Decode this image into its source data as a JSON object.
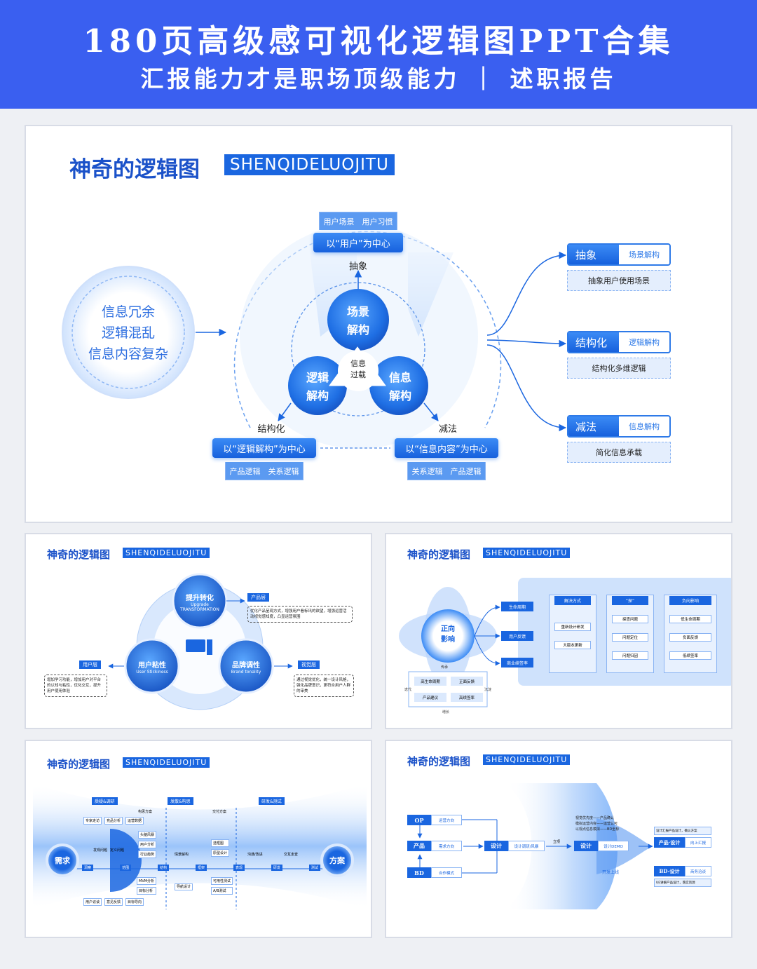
{
  "header": {
    "title": "180页高级感可视化逻辑图PPT合集",
    "subtitle": "汇报能力才是职场顶级能力 ｜ 述职报告"
  },
  "colors": {
    "primary": "#1a66e0",
    "header_bg": "#3a5ff0",
    "light": "#dbe9fd"
  },
  "main": {
    "title": "神奇的逻辑图",
    "tag": "SHENQIDELUOJITU",
    "left_ring": [
      "信息冗余",
      "逻辑混乱",
      "信息内容复杂"
    ],
    "top_tabs": [
      "用户场景",
      "用户习惯"
    ],
    "top_box": "以“用户”为中心",
    "top_arrow_label": "抽象",
    "circles": {
      "top": [
        "场景",
        "解构"
      ],
      "left": [
        "逻辑",
        "解构"
      ],
      "right": [
        "信息",
        "解构"
      ]
    },
    "center": [
      "信息",
      "过载"
    ],
    "left_arrow_label": "结构化",
    "right_arrow_label": "减法",
    "bottom_left_box": "以“逻辑解构”为中心",
    "bottom_left_tabs": [
      "产品逻辑",
      "关系逻辑"
    ],
    "bottom_right_box": "以“信息内容”为中心",
    "bottom_right_tabs": [
      "关系逻辑",
      "产品逻辑"
    ],
    "right_items": [
      {
        "head": "抽象",
        "tag": "场景解构",
        "desc": "抽象用户使用场景"
      },
      {
        "head": "结构化",
        "tag": "逻辑解构",
        "desc": "结构化多维逻辑"
      },
      {
        "head": "减法",
        "tag": "信息解构",
        "desc": "简化信息承载"
      }
    ]
  },
  "slide2": {
    "title": "神奇的逻辑图",
    "tag": "SHENQIDELUOJITU",
    "top_circle": {
      "name": "提升转化",
      "en1": "Upgrade",
      "en2": "TRANSFORMATION"
    },
    "left_circle": {
      "name": "用户粘性",
      "en": "User Stickiness"
    },
    "right_circle": {
      "name": "品牌调性",
      "en": "Brand tonality"
    },
    "top_label": "产品层",
    "top_desc": "优化产品呈现方式，增强用户看标讯的欲望，增强运营活动视觉感知度，凸显运营氛围",
    "left_label": "用户层",
    "left_desc": "增加学习功能，增加用户对平台的认知与粘性，优化交互，提升用户使用体验",
    "right_label": "视觉层",
    "right_desc": "通过视觉优化，统一设计风格，强化品牌意识，更符合用户人群的审美"
  },
  "slide3": {
    "title": "神奇的逻辑图",
    "tag": "SHENQIDELUOJITU",
    "center": [
      "正向",
      "影响"
    ],
    "mid_tags": [
      "生命周期",
      "用户反馈",
      "商业续签率"
    ],
    "col_heads": [
      "解决方式",
      "“探”",
      "负向影响"
    ],
    "col1": [
      "重新设计研发",
      "大版本更新"
    ],
    "col2": [
      "探查问题",
      "问题定位",
      "问题归因"
    ],
    "col3": [
      "低生命周期",
      "负面反馈",
      "低续签率"
    ],
    "cycle": [
      "高生命周期",
      "正面反馈",
      "产品建议",
      "高续签率"
    ],
    "cycle_labels": [
      "传承",
      "迭代",
      "沉淀",
      "增长"
    ]
  },
  "slide4": {
    "title": "神奇的逻辑图",
    "tag": "SHENQIDELUOJITU",
    "start": "需求",
    "end": "方案",
    "phases": [
      "质疑&调研",
      "发散&构思",
      "研发&测试"
    ],
    "top_notes": [
      "构思方案",
      "交付方案"
    ],
    "upper_items": [
      "专家走访",
      "竞品分析",
      "运营数据"
    ],
    "row_items": [
      "洞察",
      "范围",
      "结构",
      "框架",
      "表现",
      "研发",
      "测试"
    ],
    "mid_stack": [
      "头脑风暴",
      "用户分析",
      "行业趋势"
    ],
    "stack2": [
      "选框图",
      "原型设计"
    ],
    "mid_labels": [
      "发现问题",
      "定义问题",
      "情景解构",
      "沟通/改进",
      "交互走查"
    ],
    "lower_stack1": [
      "MVM分析",
      "目标分析"
    ],
    "lower_stack2": [
      "导航设计"
    ],
    "lower_stack3": [
      "可用性测试",
      "A/B测试"
    ],
    "bottom_items": [
      "用户访谈",
      "意见反馈",
      "目标导向"
    ]
  },
  "slide5": {
    "title": "神奇的逻辑图",
    "tag": "SHENQIDELUOJITU",
    "left_heads": [
      {
        "head": "OP",
        "sub": "运营方向"
      },
      {
        "head": "产品",
        "sub": "需求方向"
      },
      {
        "head": "BD",
        "sub": "合作模式"
      }
    ],
    "mid1": {
      "head": "设计",
      "sub": "设计调研/风暴"
    },
    "mid2": {
      "head": "设计",
      "sub": "设计DEMO"
    },
    "arrow_label": "立项",
    "notes": [
      "视觉优先度——产品确认",
      "模拟运营内容——运营认可",
      "以观点信息模拟——BD坐标"
    ],
    "right_items": [
      {
        "head": "产品·设计",
        "sub": "向上汇报",
        "note": "设计汇报产品设计，确认方案"
      },
      {
        "head": "BD-设计",
        "sub": "商务洽谈",
        "note": "UE讲解产品设计，落实资源"
      }
    ],
    "launch": "开发上线"
  }
}
